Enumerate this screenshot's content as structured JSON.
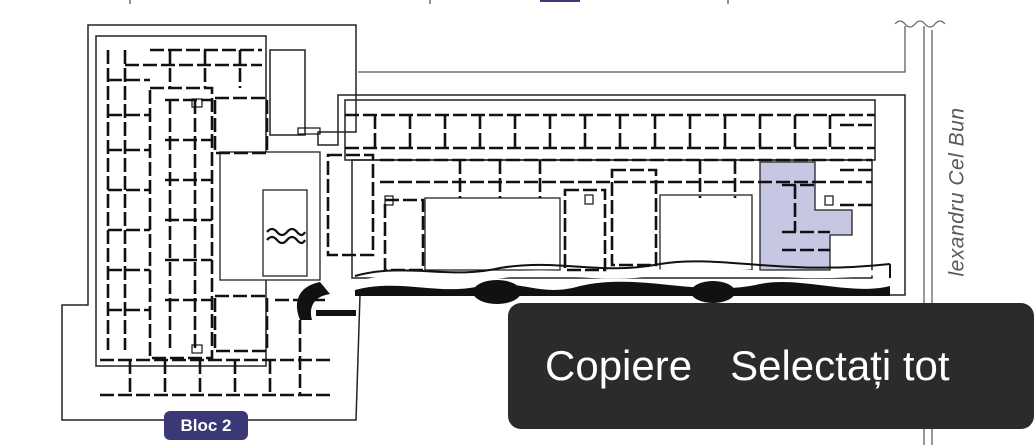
{
  "plan": {
    "street_name": "lexandru Cel Bun",
    "block_label": "Bloc 2",
    "highlight_color": "#c5c7e3",
    "wall_color": "#111111",
    "badge_color": "#3a3877"
  },
  "context_menu": {
    "items": [
      {
        "label": "Copiere"
      },
      {
        "label": "Selectați tot"
      }
    ],
    "background": "#2b2b2b"
  },
  "icons": [
    "pool-wave-icon"
  ]
}
